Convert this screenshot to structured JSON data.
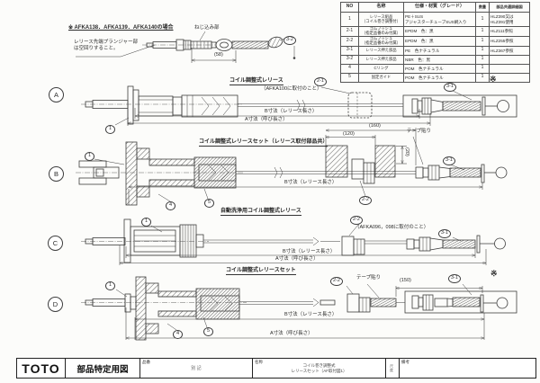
{
  "sheet": {
    "note_top": "※ AFKA138．AFKA139．AFKA140の場合",
    "spin_note": "レリース先端プランジャー部\nは空回りすること。",
    "screw_label": "ねじ込み部",
    "dim_58": "(58)",
    "asterisk": "※"
  },
  "parts_table": {
    "headers": {
      "no": "NO",
      "name": "名称",
      "spec": "仕様・材質（グレード）",
      "qty": "数量",
      "ref": "部品共通詳細図"
    },
    "rows": [
      {
        "no": "1",
        "name": "レリース組品\n（コイル巻き調整付）",
        "spec": "PE＋SUS\nアジャスターチューブSUS網入り",
        "qty": "1",
        "ref": "HLZ390又は\nHLZ391使用"
      },
      {
        "no": "2-1",
        "name": "ゴムブッシュ\n（指定品番のみ付属）",
        "spec": "EPDM　色：黒",
        "qty": "1",
        "ref": "HLZ111参照"
      },
      {
        "no": "2-2",
        "name": "ゴムブッシュ\n（指定品番のみ付属）",
        "spec": "EPDM　色：黒",
        "qty": "1",
        "ref": "HLZ255参照"
      },
      {
        "no": "3-1",
        "name": "レリース押え部品",
        "spec": "PE　色ナチュラル",
        "qty": "1",
        "ref": "HLZ367参照"
      },
      {
        "no": "3-2",
        "name": "レリース押え部品",
        "spec": "NBR　色：黒",
        "qty": "1",
        "ref": ""
      },
      {
        "no": "4",
        "name": "Cリング",
        "spec": "POM　色ナチュラル",
        "qty": "1",
        "ref": ""
      },
      {
        "no": "5",
        "name": "固定ガイド",
        "spec": "POM　色ナチュラル",
        "qty": "1",
        "ref": ""
      }
    ]
  },
  "sections": {
    "a": {
      "letter": "A",
      "title": "コイル調整式レリース",
      "attach_note": "（AFKA100に取付のこと）",
      "dim_b": "B寸法（レリース長さ）",
      "dim_a": "A寸法（呼び長さ）"
    },
    "b": {
      "letter": "B",
      "title": "コイル調整式レリースセット（レリース取付部品共）",
      "dim_160": "(160)",
      "dim_120": "(120)",
      "dim_20": "(20)",
      "tape": "テープ貼り",
      "dim_b": "B寸法（レリース長さ）"
    },
    "c": {
      "letter": "C",
      "title": "自動洗浄用コイル調整式レリース",
      "attach_note": "（AFKA096，098に取付のこと）",
      "dim_b": "B寸法（レリース長さ）",
      "dim_a": "A寸法（呼び長さ）"
    },
    "d": {
      "letter": "D",
      "title": "コイル調整式レリースセット",
      "tape": "テープ貼り",
      "dim_150": "(150)",
      "dim_b": "B寸法（レリース長さ）",
      "dim_a": "A寸法（呼び長さ）"
    }
  },
  "balloons": {
    "p1": "1",
    "p2_1": "2-1",
    "p2_2": "2-2",
    "p3_1": "3-1",
    "p3_2": "3-2",
    "p4": "4",
    "p5": "5"
  },
  "title_block": {
    "logo": "TOTO",
    "doc_type": "部品特定用図",
    "part_no_label": "品番",
    "part_no_value": "別 記",
    "name_label": "名称",
    "name_value": "コイル巻き調整式\nレリースセット（AF取付図1）",
    "scale_label": "尺度",
    "remarks_label": "備考"
  }
}
